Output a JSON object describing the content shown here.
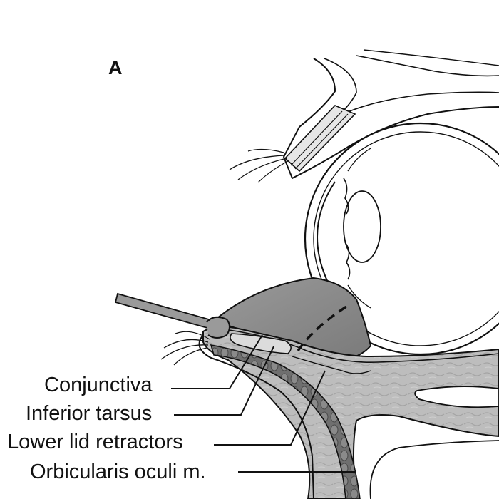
{
  "figure": {
    "panel_letter": "A",
    "labels": {
      "conjunctiva": "Conjunctiva",
      "inferior_tarsus": "Inferior tarsus",
      "lower_lid_retractors": "Lower lid retractors",
      "orbicularis_oculi": "Orbicularis oculi m."
    },
    "colors": {
      "outline": "#111111",
      "fat_pad": "#8c8c8c",
      "muscle": "#7d7d7d",
      "tissue": "#bdbdbd",
      "tarsus": "#dcdcdc",
      "background": "#ffffff"
    }
  }
}
